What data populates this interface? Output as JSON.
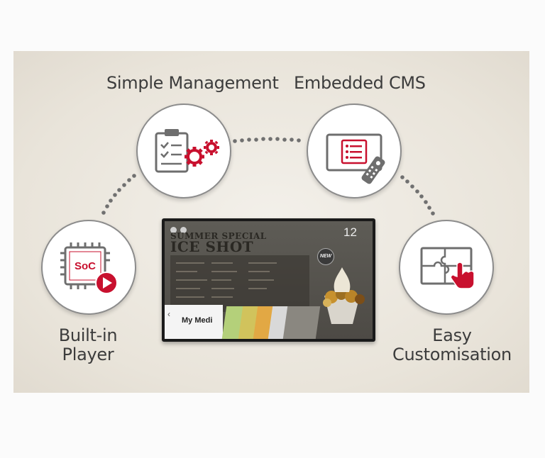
{
  "features": [
    {
      "id": "simple-management",
      "label": "Simple Management",
      "icon": "clipboard-gears-icon"
    },
    {
      "id": "embedded-cms",
      "label": "Embedded CMS",
      "icon": "screen-remote-icon"
    },
    {
      "id": "built-in-player",
      "label_line1": "Built-in",
      "label_line2": "Player",
      "icon": "soc-chip-play-icon",
      "chip_text": "SoC"
    },
    {
      "id": "easy-customisation",
      "label_line1": "Easy",
      "label_line2": "Customisation",
      "icon": "puzzle-hand-icon"
    }
  ],
  "tv_screen": {
    "promo_line1": "SUMMER SPECIAL",
    "promo_line2": "ICE SHOT",
    "clock": "12",
    "badge": "NEW",
    "launcher_title": "My Medi",
    "launcher_back": "‹"
  },
  "colors": {
    "accent_red": "#c8102e",
    "icon_gray": "#6e6e6e",
    "dot_gray": "#707070"
  }
}
